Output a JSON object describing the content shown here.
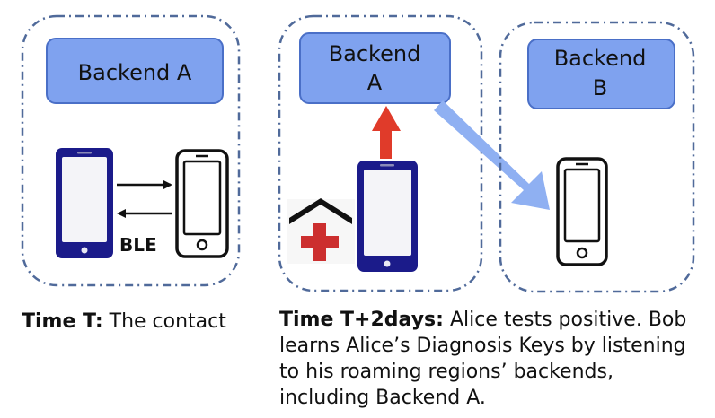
{
  "colors": {
    "backend_fill": "#7fa2ef",
    "backend_stroke": "#4a6fc7",
    "dashed_border": "#506a9a",
    "phone_blue": "#1b1b8a",
    "arrow_red": "#e03b2a",
    "arrow_blue": "#8fb0f2",
    "cross_red": "#cc2f2f"
  },
  "icons": {
    "phone": "smartphone-icon",
    "hospital": "hospital-cross-icon",
    "exchange": "double-arrow-icon"
  },
  "panels": {
    "panel1": {
      "backend_label": "Backend A",
      "ble_label": "BLE"
    },
    "panel2": {
      "backend_label_line1": "Backend",
      "backend_label_line2": "A"
    },
    "panel3": {
      "backend_label_line1": "Backend",
      "backend_label_line2": "B"
    }
  },
  "captions": {
    "time_t_bold": "Time T:",
    "time_t_text": " The contact",
    "time_t2_bold": "Time T+2days:",
    "time_t2_line1_text": " Alice tests positive. Bob",
    "time_t2_line2": "learns Alice’s Diagnosis Keys by listening",
    "time_t2_line3": "to his roaming regions’ backends,",
    "time_t2_line4": "including Backend A."
  }
}
